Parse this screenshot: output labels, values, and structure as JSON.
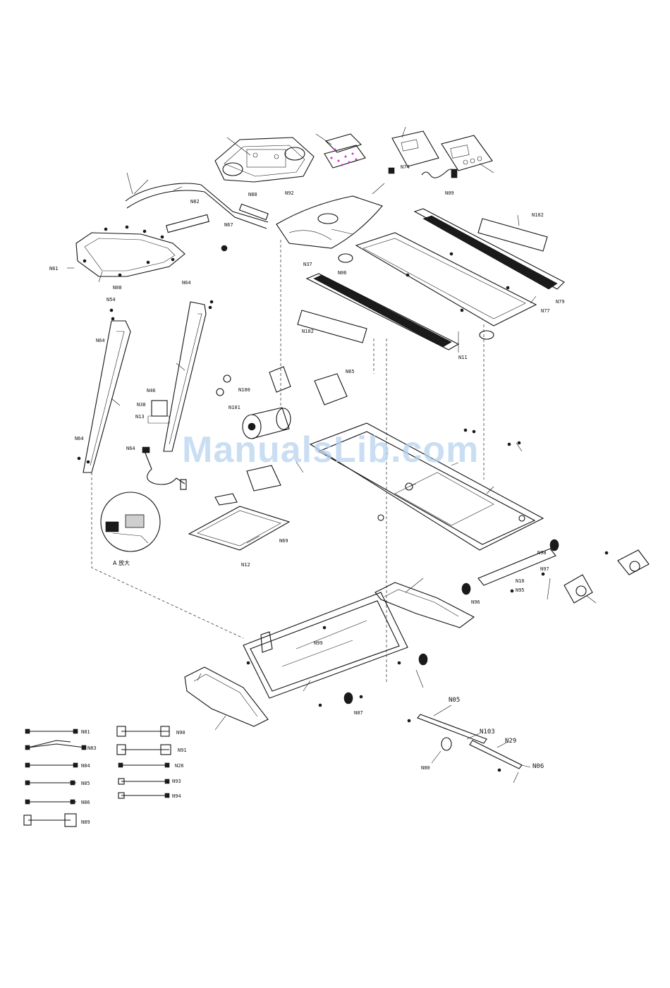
{
  "watermark": "ManualsLib.com",
  "detail_caption": "A 放大",
  "labels": {
    "N05": "N05",
    "N06": "N06",
    "N08": "N08",
    "N09": "N09",
    "N11": "N11",
    "N12": "N12",
    "N13": "N13",
    "N16": "N16",
    "N26": "N26",
    "N29": "N29",
    "N37": "N37",
    "N38": "N38",
    "N46": "N46",
    "N54": "N54",
    "N61": "N61",
    "N64": "N64",
    "N65": "N65",
    "N67": "N67",
    "N69": "N69",
    "N74": "N74",
    "N77": "N77",
    "N79": "N79",
    "N80": "N80",
    "N81": "N81",
    "N82": "N82",
    "N83": "N83",
    "N84": "N84",
    "N85": "N85",
    "N86": "N86",
    "N87": "N87",
    "N88": "N88",
    "N89": "N89",
    "N90": "N90",
    "N91": "N91",
    "N92": "N92",
    "N93": "N93",
    "N94": "N94",
    "N95": "N95",
    "N96": "N96",
    "N97": "N97",
    "N98": "N98",
    "N99": "N99",
    "N100": "N100",
    "N101": "N101",
    "N102": "N102",
    "N103": "N103",
    "N06b": "N06"
  }
}
